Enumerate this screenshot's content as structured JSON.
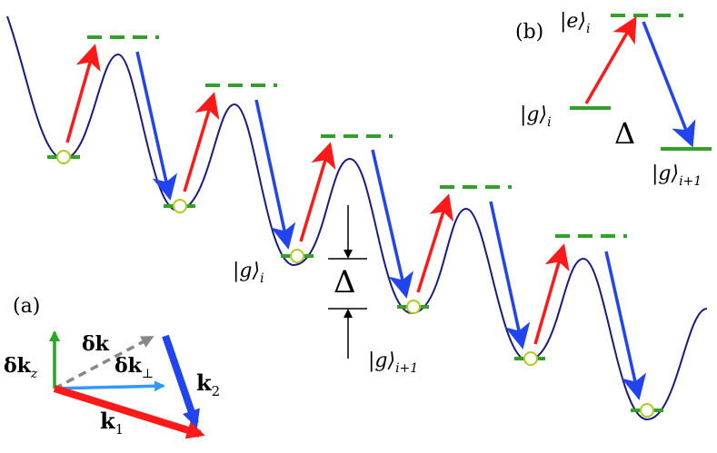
{
  "labels": {
    "panel_a": "(a)",
    "panel_b": "(b)",
    "ket_g_i_main": "|g⟩",
    "ket_g_i_main_sub": "i",
    "ket_g_i1_main": "|g⟩",
    "ket_g_i1_main_sub": "i+1",
    "delta_main": "Δ",
    "ket_e_i_b": "|e⟩",
    "ket_e_i_b_sub": "i",
    "ket_g_i_b": "|g⟩",
    "ket_g_i_b_sub": "i",
    "ket_g_i1_b": "|g⟩",
    "ket_g_i1_b_sub": "i+1",
    "delta_b": "Δ",
    "vec_dk": "δk",
    "vec_dkz_prefix": "δk",
    "vec_dkz_sub": "z",
    "vec_dkperp_prefix": "δk",
    "vec_dkperp_sub": "⊥",
    "vec_k1": "k",
    "vec_k1_sub": "1",
    "vec_k2": "k",
    "vec_k2_sub": "2"
  },
  "colors": {
    "potential": "#1a1a80",
    "level_ground": "#33a02c",
    "level_excited": "#33a02c",
    "atom_fill": "#ffffff",
    "atom_stroke": "#aacc22",
    "absorb_arrow": "#ff1a1a",
    "emit_arrow": "#2244ee",
    "k_perp": "#3399ff",
    "k_z": "#22aa22",
    "dk_dashed": "#888888"
  },
  "diagram": {
    "site_count": 6,
    "description_of_levels": "ground |g⟩ and excited dashed |e⟩ per site"
  }
}
